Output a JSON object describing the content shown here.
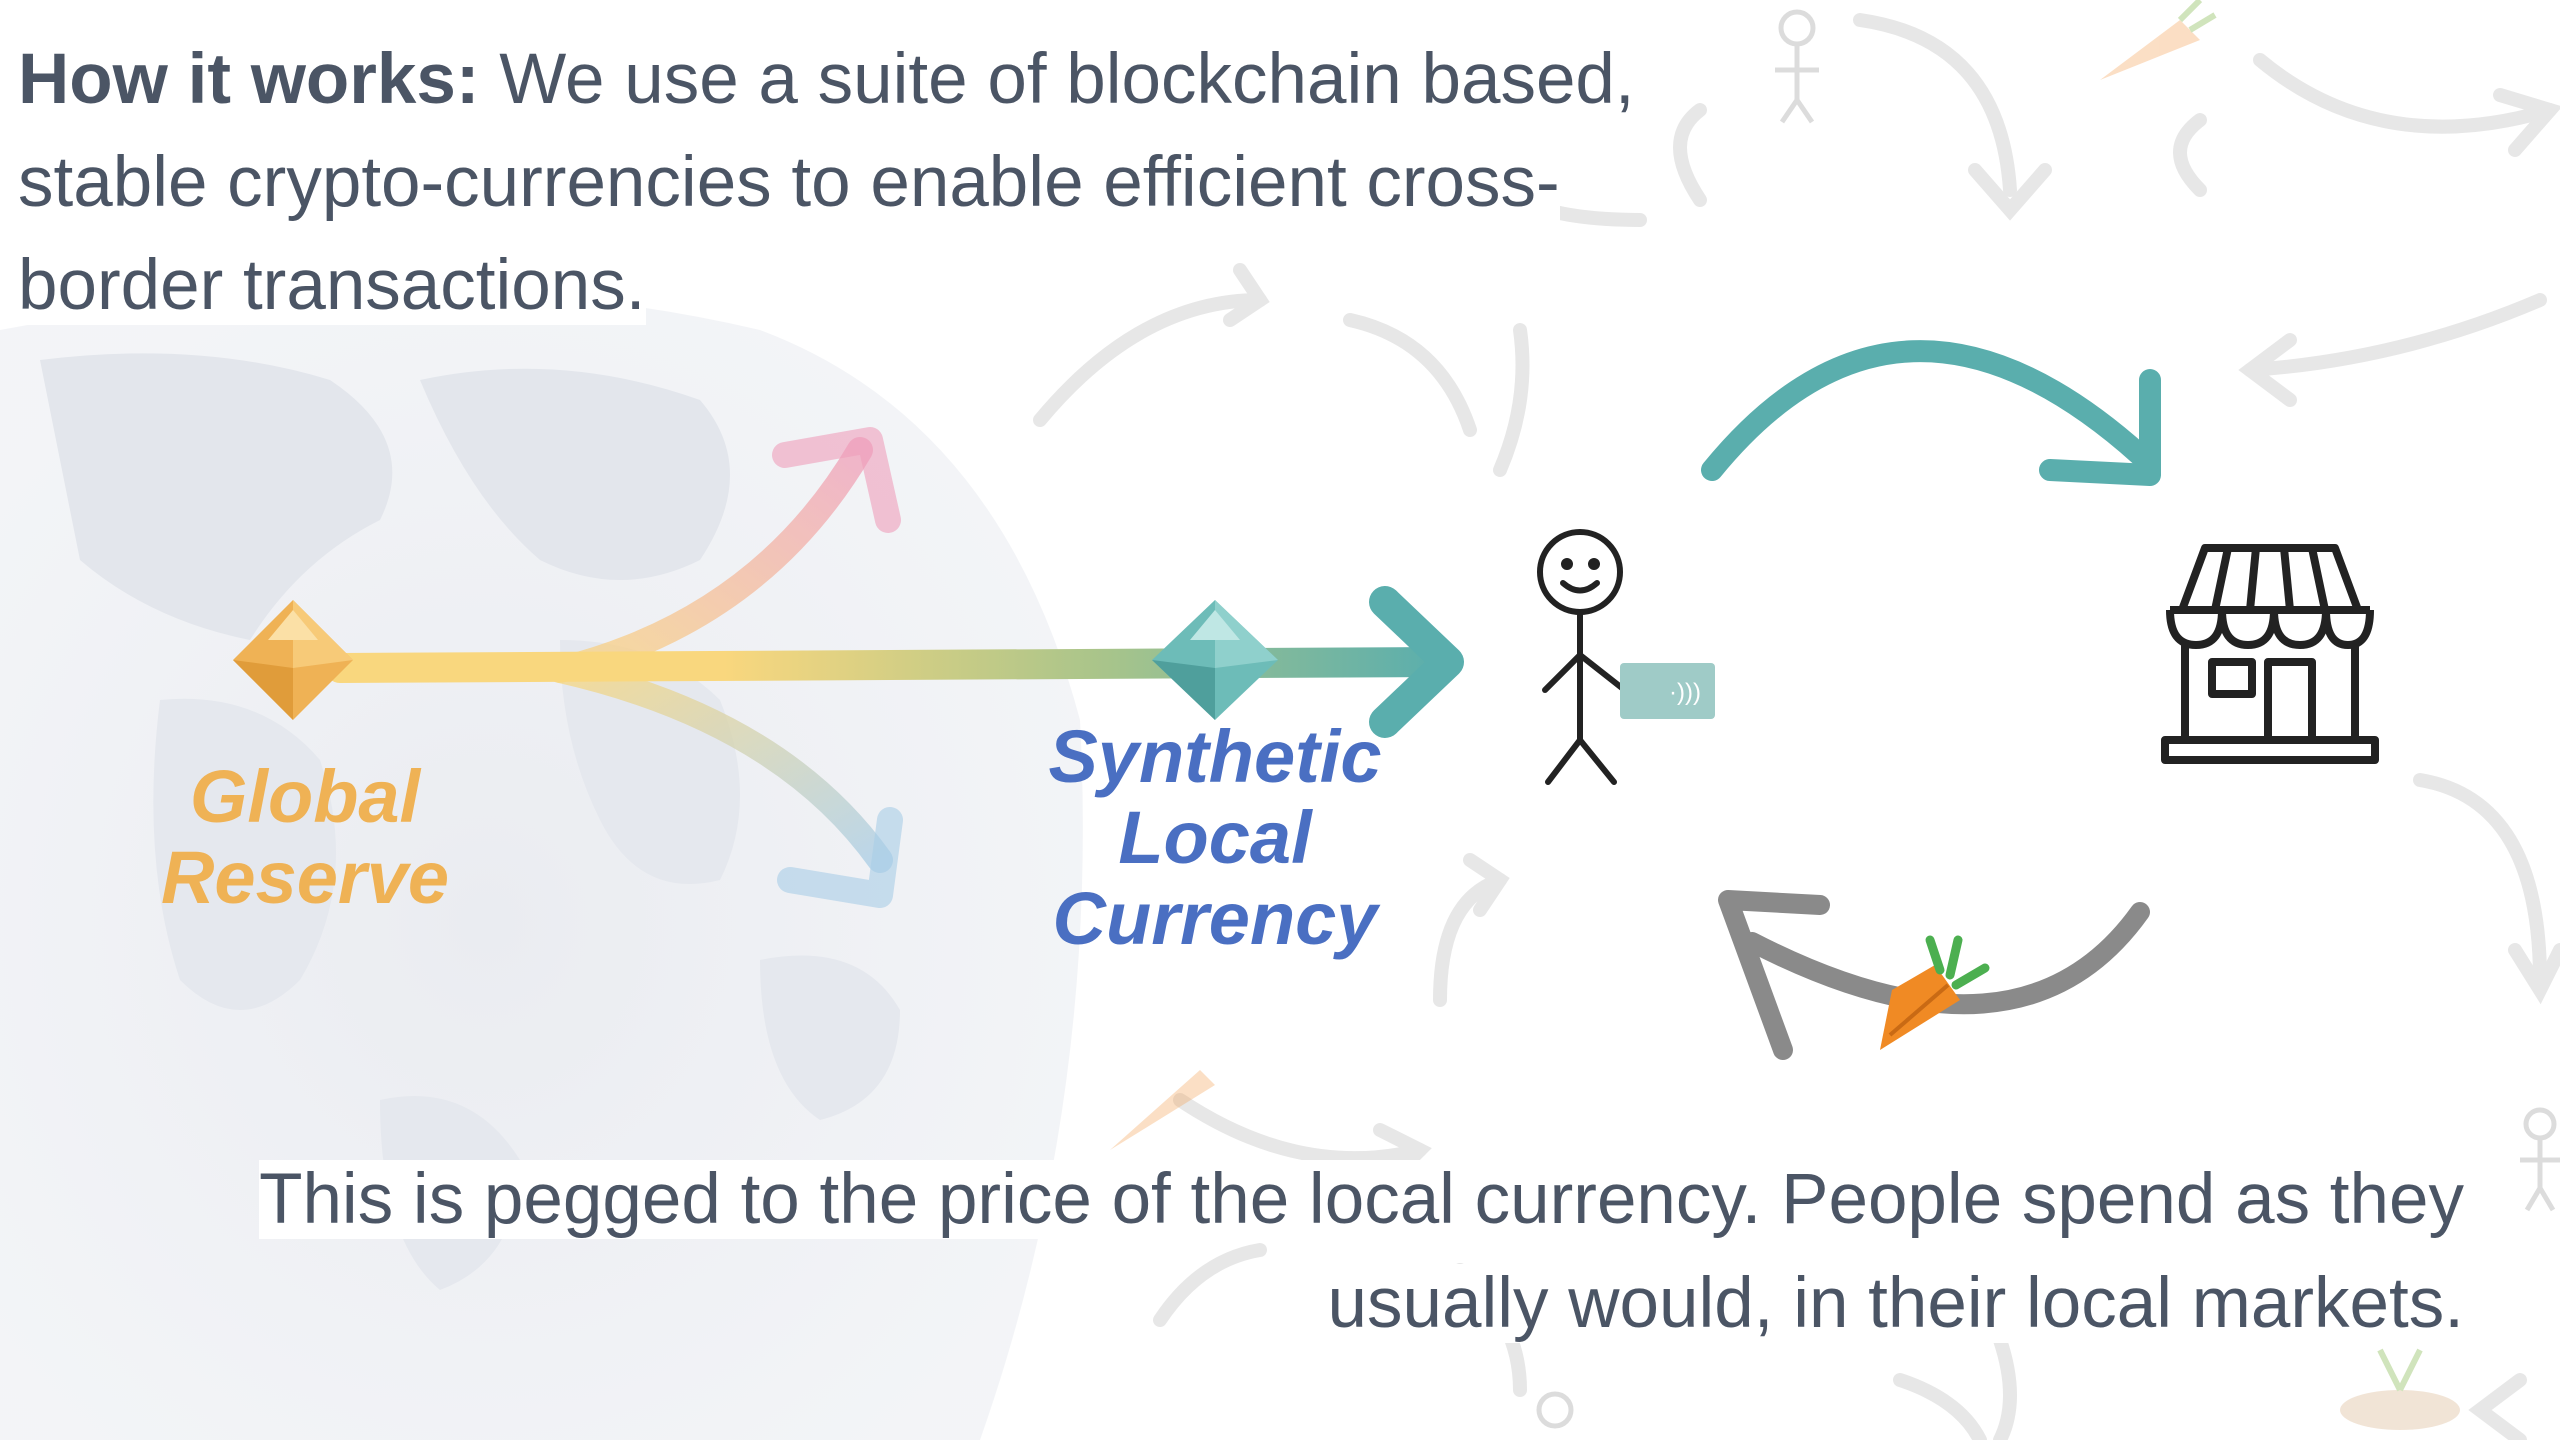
{
  "intro": {
    "lead": "How it works:",
    "line1": " We use a suite of blockchain based,",
    "line2": "stable crypto-currencies to enable efficient cross-",
    "line3": "border transactions."
  },
  "labels": {
    "global_line1": "Global",
    "global_line2": "Reserve",
    "synthetic_line1": "Synthetic",
    "synthetic_line2": "Local",
    "synthetic_line3": "Currency"
  },
  "footer": {
    "line1": "This is pegged to the price of the local currency. People spend as they",
    "line2": "usually would, in their local markets."
  },
  "card_glyph": "·)))",
  "colors": {
    "text": "#4b5565",
    "gold": "#efb255",
    "blue": "#4a6fc2",
    "teal": "#5aaead",
    "gray": "#8a8a8a",
    "pink": "#ef9fbb",
    "light_blue": "#a9cde6"
  },
  "icons": [
    "gold-diamond-icon",
    "teal-diamond-icon",
    "stick-figure-icon",
    "contactless-card-icon",
    "store-icon",
    "carrot-icon",
    "world-map-icon"
  ]
}
